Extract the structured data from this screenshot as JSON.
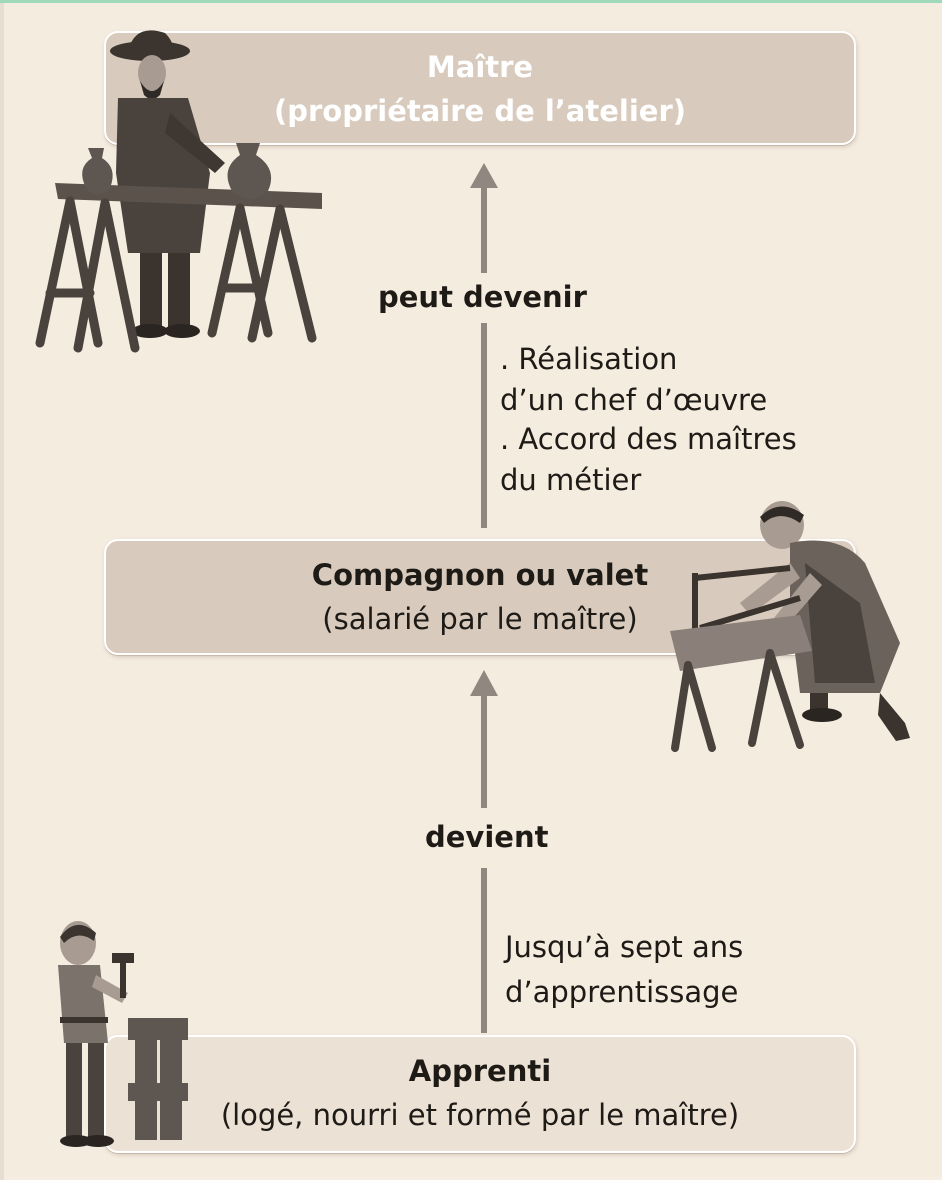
{
  "boxes": {
    "master": {
      "title": "Maître",
      "subtitle": "(propriétaire de l’atelier)"
    },
    "journeyman": {
      "title": "Compagnon ou valet",
      "subtitle": "(salarié par le maître)"
    },
    "apprentice": {
      "title": "Apprenti",
      "subtitle": "(logé, nourri et formé par le maître)"
    }
  },
  "transitions": {
    "upper": {
      "label": "peut devenir",
      "conditions": [
        ". Réalisation",
        "d’un chef d’œuvre",
        ". Accord des maîtres",
        "du métier"
      ]
    },
    "lower": {
      "label": "devient",
      "conditions": [
        "Jusqu’à sept ans",
        "d’apprentissage"
      ]
    }
  },
  "colors": {
    "background": "#f5ece0",
    "box_fill": "#d8cbbd",
    "arrow": "#8f8780",
    "figure": "#4a423c"
  },
  "icons": {
    "master_figure": "potter-at-workbench-icon",
    "journeyman_figure": "carpenter-sawing-icon",
    "apprentice_figure": "apprentice-with-hammer-icon"
  }
}
